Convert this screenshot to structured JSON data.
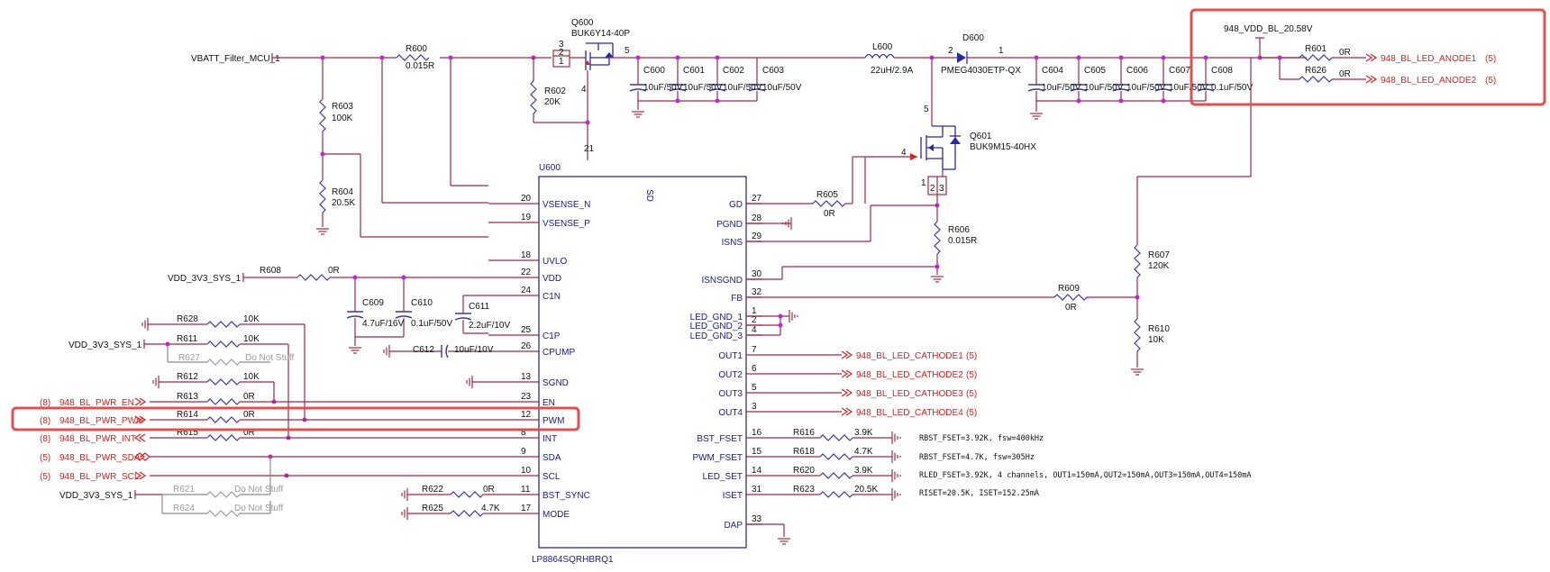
{
  "ic": {
    "ref": "U600",
    "part": "LP8864SQRHBRQ1",
    "sd_label": "SD",
    "sd_pin": "21",
    "left_pins": [
      {
        "num": "20",
        "name": "VSENSE_N"
      },
      {
        "num": "19",
        "name": "VSENSE_P"
      },
      {
        "num": "18",
        "name": "UVLO"
      },
      {
        "num": "22",
        "name": "VDD"
      },
      {
        "num": "24",
        "name": "C1N"
      },
      {
        "num": "25",
        "name": "C1P"
      },
      {
        "num": "26",
        "name": "CPUMP"
      },
      {
        "num": "13",
        "name": "SGND"
      },
      {
        "num": "23",
        "name": "EN"
      },
      {
        "num": "12",
        "name": "PWM"
      },
      {
        "num": "8",
        "name": "INT"
      },
      {
        "num": "9",
        "name": "SDA"
      },
      {
        "num": "10",
        "name": "SCL"
      },
      {
        "num": "11",
        "name": "BST_SYNC"
      },
      {
        "num": "17",
        "name": "MODE"
      }
    ],
    "right_pins": [
      {
        "num": "27",
        "name": "GD"
      },
      {
        "num": "28",
        "name": "PGND"
      },
      {
        "num": "29",
        "name": "ISNS"
      },
      {
        "num": "30",
        "name": "ISNSGND"
      },
      {
        "num": "32",
        "name": "FB"
      },
      {
        "num": "1",
        "name": "LED_GND_1"
      },
      {
        "num": "2",
        "name": "LED_GND_2"
      },
      {
        "num": "4",
        "name": "LED_GND_3"
      },
      {
        "num": "7",
        "name": "OUT1"
      },
      {
        "num": "6",
        "name": "OUT2"
      },
      {
        "num": "5",
        "name": "OUT3"
      },
      {
        "num": "3",
        "name": "OUT4"
      },
      {
        "num": "16",
        "name": "BST_FSET"
      },
      {
        "num": "15",
        "name": "PWM_FSET"
      },
      {
        "num": "14",
        "name": "LED_SET"
      },
      {
        "num": "31",
        "name": "ISET"
      },
      {
        "num": "33",
        "name": "DAP"
      }
    ]
  },
  "nets": {
    "vbatt": "VBATT_Filter_MCU_1",
    "vdd_bl": "948_VDD_BL_20.58V",
    "vdd3v3": "VDD_3V3_SYS_1",
    "anode1": "948_BL_LED_ANODE1",
    "anode2": "948_BL_LED_ANODE2",
    "cathodes": [
      "948_BL_LED_CATHODE1",
      "948_BL_LED_CATHODE2",
      "948_BL_LED_CATHODE3",
      "948_BL_LED_CATHODE4"
    ],
    "pwr_en": "948_BL_PWR_EN",
    "pwr_pwm": "948_BL_PWR_PWM",
    "pwr_int": "948_BL_PWR_INT",
    "pwr_sda": "948_BL_PWR_SDA",
    "pwr_scl": "948_BL_PWR_SCL",
    "ref5": "(5)",
    "ref8": "(8)"
  },
  "parts": {
    "r600": {
      "ref": "R600",
      "val": "0.015R"
    },
    "r603": {
      "ref": "R603",
      "val": "100K"
    },
    "r604": {
      "ref": "R604",
      "val": "20.5K"
    },
    "r602": {
      "ref": "R602",
      "val": "20K"
    },
    "r601": {
      "ref": "R601",
      "val": "0R"
    },
    "r626": {
      "ref": "R626",
      "val": "0R"
    },
    "r605": {
      "ref": "R605",
      "val": "0R"
    },
    "r606": {
      "ref": "R606",
      "val": "0.015R"
    },
    "r607": {
      "ref": "R607",
      "val": "120K"
    },
    "r609": {
      "ref": "R609",
      "val": "0R"
    },
    "r610": {
      "ref": "R610",
      "val": "10K"
    },
    "r608": {
      "ref": "R608",
      "val": "0R"
    },
    "r628": {
      "ref": "R628",
      "val": "10K"
    },
    "r611": {
      "ref": "R611",
      "val": "10K"
    },
    "r627": {
      "ref": "R627",
      "val": "Do Not Stuff"
    },
    "r612": {
      "ref": "R612",
      "val": "10K"
    },
    "r613": {
      "ref": "R613",
      "val": "0R"
    },
    "r614": {
      "ref": "R614",
      "val": "0R"
    },
    "r615": {
      "ref": "R615",
      "val": "0R"
    },
    "r621": {
      "ref": "R621",
      "val": "Do Not Stuff"
    },
    "r624": {
      "ref": "R624",
      "val": "Do Not Stuff"
    },
    "r622": {
      "ref": "R622",
      "val": "0R"
    },
    "r625": {
      "ref": "R625",
      "val": "4.7K"
    },
    "r616": {
      "ref": "R616",
      "val": "3.9K"
    },
    "r618": {
      "ref": "R618",
      "val": "4.7K"
    },
    "r620": {
      "ref": "R620",
      "val": "3.9K"
    },
    "r623": {
      "ref": "R623",
      "val": "20.5K"
    },
    "q600": {
      "ref": "Q600",
      "val": "BUK6Y14-40P"
    },
    "q601": {
      "ref": "Q601",
      "val": "BUK9M15-40HX"
    },
    "l600": {
      "ref": "L600",
      "val": "22uH/2.9A"
    },
    "d600": {
      "ref": "D600",
      "val": "PMEG4030ETP-QX"
    },
    "c600": {
      "ref": "C600",
      "val": "10uF/50V"
    },
    "c601": {
      "ref": "C601",
      "val": "10uF/50V"
    },
    "c602": {
      "ref": "C602",
      "val": "10uF/50V"
    },
    "c603": {
      "ref": "C603",
      "val": "10uF/50V"
    },
    "c604": {
      "ref": "C604",
      "val": "10uF/50V"
    },
    "c605": {
      "ref": "C605",
      "val": "10uF/50V"
    },
    "c606": {
      "ref": "C606",
      "val": "10uF/50V"
    },
    "c607": {
      "ref": "C607",
      "val": "10uF/50V"
    },
    "c608": {
      "ref": "C608",
      "val": "0.1uF/50V"
    },
    "c609": {
      "ref": "C609",
      "val": "4.7uF/16V"
    },
    "c610": {
      "ref": "C610",
      "val": "0.1uF/50V"
    },
    "c611": {
      "ref": "C611",
      "val": "2.2uF/10V"
    },
    "c612": {
      "ref": "C612",
      "val": "10uF/10V"
    }
  },
  "notes": [
    "RBST_FSET=3.92K, fsw=400kHz",
    "RBST_FSET=4.7K, fsw=305Hz",
    "RLED_FSET=3.92K, 4 channels, OUT1=150mA,OUT2=150mA,OUT3=150mA,OUT4=150mA",
    "RISET=20.5K, ISET=152.25mA"
  ]
}
